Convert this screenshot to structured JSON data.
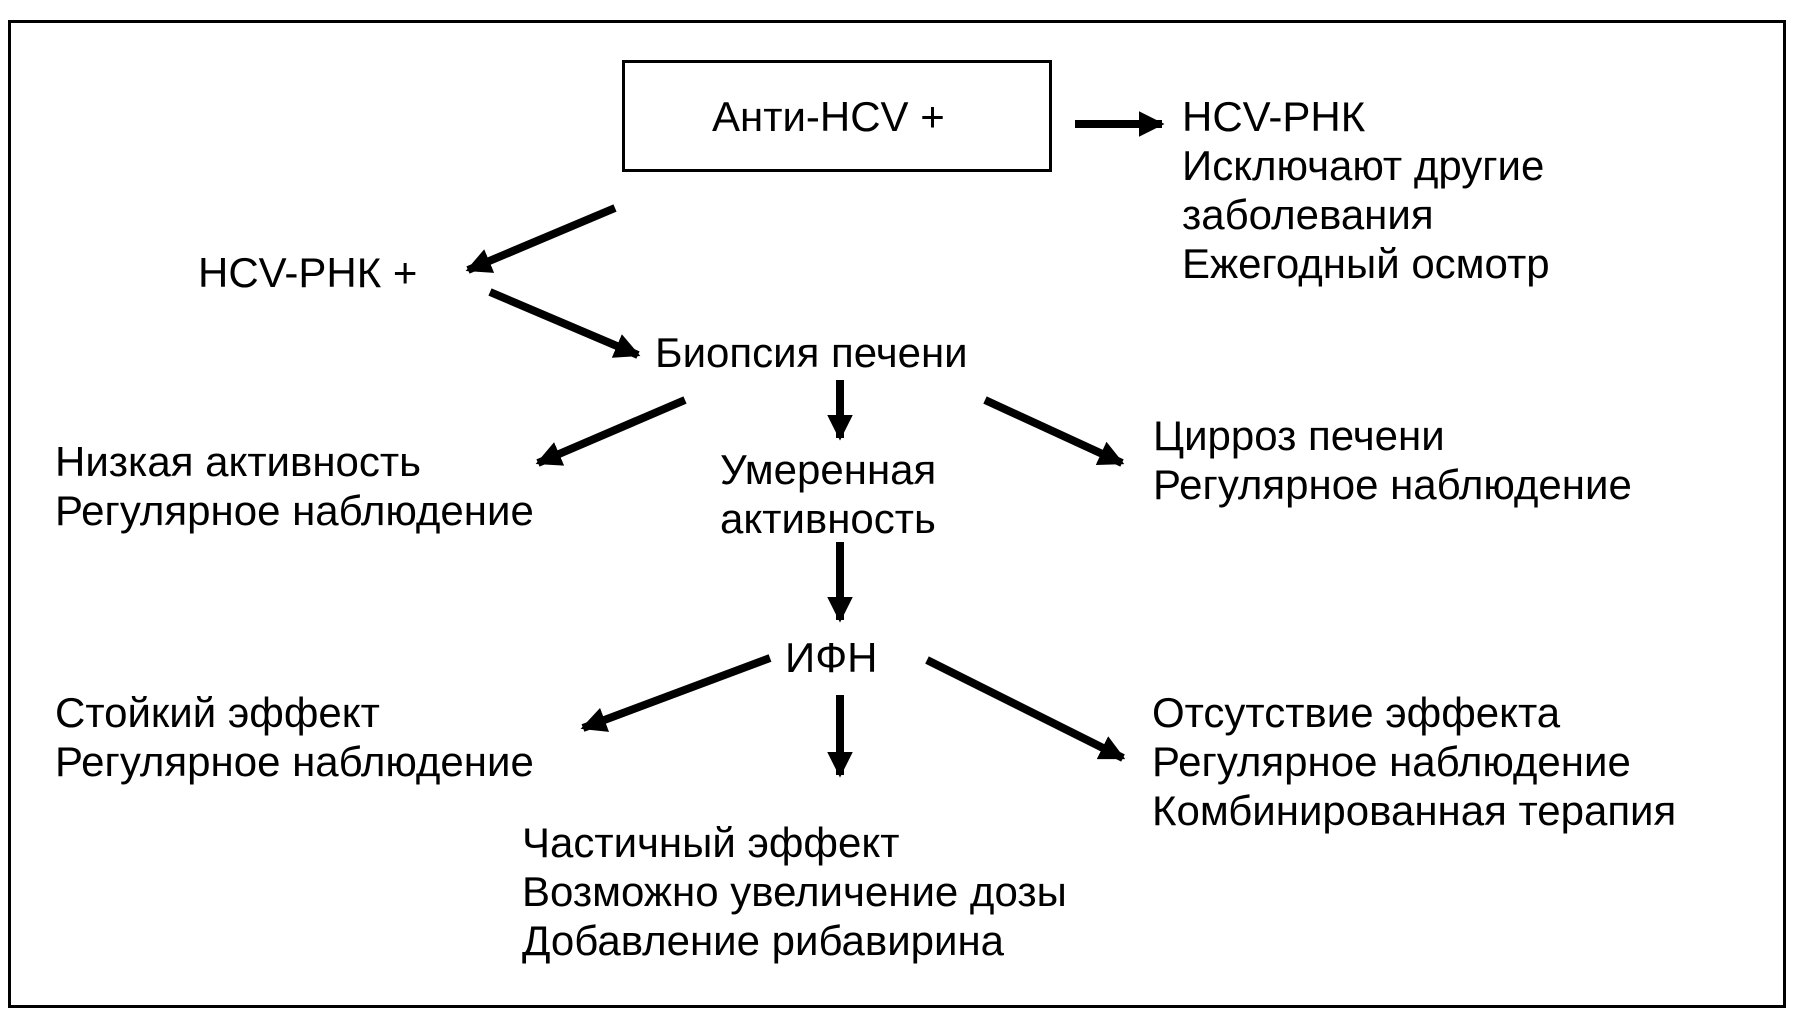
{
  "root": {
    "label": "Анти-HCV +"
  },
  "negative_branch": {
    "lines": [
      "HCV-РНК",
      "Исключают другие",
      "заболевания",
      "Ежегодный осмотр"
    ]
  },
  "hcv_rna_positive": {
    "label": "HCV-РНК +"
  },
  "biopsy": {
    "label": "Биопсия печени"
  },
  "low_activity": {
    "lines": [
      "Низкая активность",
      "Регулярное наблюдение"
    ]
  },
  "moderate_activity": {
    "lines": [
      "Умеренная",
      "активность"
    ]
  },
  "cirrhosis": {
    "lines": [
      "Цирроз печени",
      "Регулярное наблюдение"
    ]
  },
  "ifn": {
    "label": "ИФН"
  },
  "sustained_effect": {
    "lines": [
      "Стойкий эффект",
      "Регулярное наблюдение"
    ]
  },
  "partial_effect": {
    "lines": [
      "Частичный эффект",
      "Возможно увеличение дозы",
      "Добавление рибавирина"
    ]
  },
  "no_effect": {
    "lines": [
      "Отсутствие эффекта",
      "Регулярное наблюдение",
      "Комбинированная терапия"
    ]
  }
}
